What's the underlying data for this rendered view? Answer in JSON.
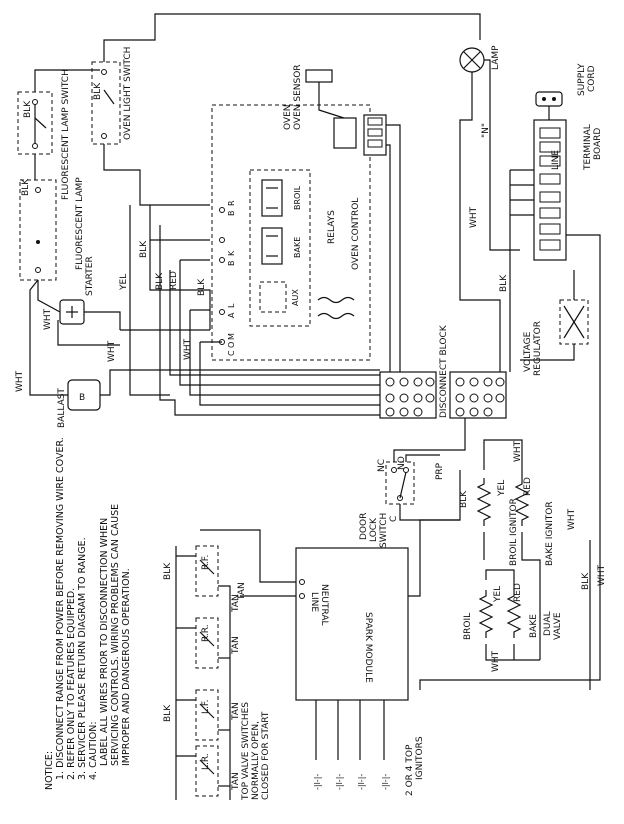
{
  "notice": {
    "heading": "NOTICE:",
    "items": [
      "1. DISCONNECT RANGE FROM POWER BEFORE REMOVING WIRE COVER.",
      "2. REFER ONLY TO FEATURES EQUIPPED.",
      "3. SERVICER PLEASE RETURN DIAGRAM TO RANGE.",
      "4. CAUTION:",
      "LABEL ALL WIRES PRIOR TO DISCONNECTION WHEN",
      "SERVICING CONTROLS. WIRING PROBLEMS CAN CAUSE",
      "IMPROPER AND DANGEROUS OPERATION."
    ]
  },
  "components": {
    "fluorescent_lamp_switch": "FLUORESCENT LAMP SWITCH",
    "oven_light_switch": "OVEN LIGHT SWITCH",
    "fluorescent_lamp": "FLUORESCENT LAMP",
    "starter": "STARTER",
    "ballast": "BALLAST",
    "oven_sensor": "OVEN SENSOR",
    "relays": "RELAYS",
    "broil_relay": "BROIL",
    "bake_relay": "BAKE",
    "aux_relay": "AUX",
    "oven_control": "OVEN CONTROL",
    "lamp": "LAMP",
    "supply_cord": "SUPPLY CORD",
    "terminal_board": "TERMINAL BOARD",
    "line": "LINE",
    "neutral_mark": "\"N\"",
    "voltage_regulator": "VOLTAGE REGULATOR",
    "disconnect_block": "DISCONNECT BLOCK",
    "door_lock_switch": "DOOR LOCK SWITCH",
    "nc": "NC",
    "no": "NO",
    "c": "C",
    "broil_ignitor": "BROIL IGNITOR",
    "bake_ignitor": "BAKE IGNITOR",
    "broil": "BROIL",
    "bake": "BAKE",
    "dual_valve": "DUAL VALVE",
    "spark_module": "SPARK MODULE",
    "module_line": "LINE",
    "module_neutral": "NEUTRAL",
    "top_valve_switches": [
      "TOP VALVE SWITCHES",
      "NORMALLY OPEN,",
      "CLOSED FOR START"
    ],
    "ignitors_note": [
      "2 OR 4 TOP",
      "IGNITORS"
    ],
    "valve_rf": "R.F.",
    "valve_rr": "R.R.",
    "valve_lf": "L.F.",
    "valve_lr": "L.R."
  },
  "wire_colors": {
    "blk": "BLK",
    "wht": "WHT",
    "yel": "YEL",
    "red": "RED",
    "tan": "TAN",
    "prp": "PRP"
  },
  "relay_terminals": {
    "broil": [
      "B",
      "R"
    ],
    "bake": [
      "B",
      "K"
    ],
    "aux": [
      "A",
      "L"
    ],
    "common": [
      "C",
      "O",
      "M"
    ]
  }
}
